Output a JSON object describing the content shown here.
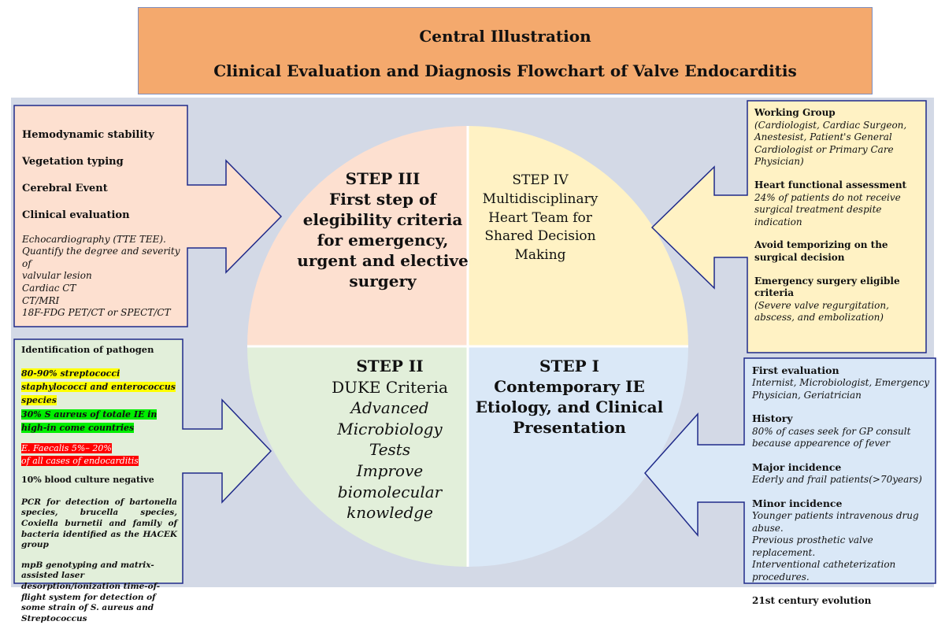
{
  "header": {
    "title": "Central Illustration",
    "subtitle": "Clinical Evaluation and Diagnosis Flowchart of Valve Endocarditis"
  },
  "colors": {
    "header": "#f4a96d",
    "step3": "#fde0d0",
    "step4": "#fff2c4",
    "step2": "#e2efda",
    "step1": "#dae8f7",
    "arrow_border": "#1f2a8a",
    "background": "#d3d9e6"
  },
  "steps": {
    "step3": {
      "title": "STEP III",
      "lines": [
        "First step of",
        "elegibility criteria",
        "for emergency,",
        "urgent and elective",
        "surgery"
      ]
    },
    "step4": {
      "title": "STEP IV",
      "lines": [
        "Multidisciplinary",
        "Heart Team for",
        "Shared Decision",
        "Making"
      ]
    },
    "step2": {
      "title": "STEP II",
      "subtitle": "DUKE Criteria",
      "lines": [
        "Advanced",
        "Microbiology",
        "Tests",
        "Improve",
        "biomolecular",
        "knowledge"
      ]
    },
    "step1": {
      "title": "STEP I",
      "lines": [
        "Contemporary IE",
        "Etiology, and Clinical",
        "Presentation"
      ]
    }
  },
  "left_top": {
    "items": [
      "Hemodynamic stability",
      "Vegetation typing",
      "Cerebral Event",
      "Clinical evaluation"
    ],
    "details": [
      "Echocardiography (TTE TEE).",
      "Quantify the degree and severity of",
      "valvular lesion",
      "Cardiac CT",
      "CT/MRI",
      "18F-FDG PET/CT or SPECT/CT"
    ]
  },
  "left_bottom": {
    "heading": "Identification of pathogen",
    "yellow": "80-90% streptococci  staphylococci and enterococcus species",
    "green": "30% S aureus of totale IE in high-in come countries",
    "red_1": "E. Faecalis 5%– 20%",
    "red_2": "of all cases of endocarditis",
    "blood": "10% blood culture negative",
    "pcr": "PCR for detection of bartonella species, brucella species, Coxiella burnetii and family of bacteria identified as the HACEK group",
    "mpb": "mpB genotyping and matrix-assisted laser desorption/ionization time-of-flight system for detection of some strain of S. aureus and Streptococcus"
  },
  "right_top": {
    "wg_title": "Working Group",
    "wg_text": "(Cardiologist, Cardiac Surgeon, Anestesist, Patient's General Cardiologist or Primary Care Physician)",
    "hf_title": "Heart functional assessment",
    "hf_text": "24% of patients do not receive surgical treatment despite indication",
    "avoid_title": "Avoid temporizing on the surgical decision",
    "em_title": "Emergency surgery eligible criteria",
    "em_text": "(Severe valve regurgitation, abscess, and embolization)"
  },
  "right_bottom": {
    "fe_title": "First evaluation",
    "fe_text": "Internist, Microbiologist, Emergency Physician, Geriatrician",
    "hist_title": "History",
    "hist_text": "80% of cases seek for GP consult because appearence of fever",
    "maj_title": "Major incidence",
    "maj_text": "Ederly and frail patients(>70years)",
    "min_title": "Minor incidence",
    "min_lines": [
      "Younger patients intravenous drug abuse.",
      "Previous prosthetic valve replacement.",
      "Interventional catheterization procedures."
    ],
    "evo_title": "21st century evolution"
  }
}
